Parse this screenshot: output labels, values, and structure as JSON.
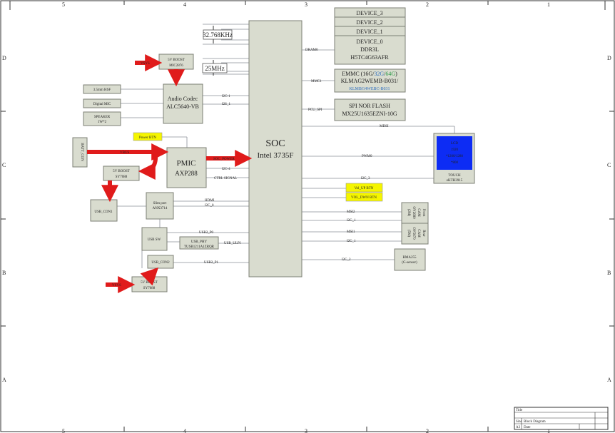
{
  "frame": {
    "col_numbers": [
      "5",
      "4",
      "3",
      "2",
      "1"
    ],
    "row_letters": [
      "D",
      "C",
      "B",
      "A"
    ]
  },
  "soc": {
    "line1": "SOC",
    "line2": "Intel 3735F"
  },
  "devices": [
    "DEVICE_3",
    "DEVICE_2",
    "DEVICE_1"
  ],
  "device0": {
    "line1": "DEVICE_0",
    "line2": "DDR3L",
    "line3": "H5TC4G63AFR"
  },
  "emmc": {
    "prefix": "EMMC (16G/",
    "opt_32g": "32G",
    "slash": "/",
    "opt_64g": "64G",
    "suffix": ")",
    "part1": "KLMAG2WEMB-B031/",
    "part2": "KLMBG4WEBC-B031"
  },
  "spi_flash": {
    "line1": "SPI NOR FLASH",
    "line2": "MX25U1635EZNI-10G"
  },
  "crystals": {
    "rtc": "32.768KHz",
    "main": "25MHz"
  },
  "boost_mic": {
    "line1": "5V BOOST",
    "line2": "MIC2876"
  },
  "audio_codec": {
    "line1": "Audio Codec",
    "line2": "ALC5640-VB"
  },
  "audio_ports": [
    "3.5mm HSF",
    "Digital MIC",
    "SPEAKER",
    "1W*2"
  ],
  "power_btn": "Power BTN",
  "pmic": {
    "line1": "PMIC",
    "line2": "AXP288"
  },
  "batt_con": "BATT_CON",
  "boost_sy_1": {
    "line1": "5V BOOST",
    "line2": "SY7088"
  },
  "boost_sy_2": {
    "line1": "5V BOOST",
    "line2": "SY7088"
  },
  "usb_con1": "USB_CON1",
  "usb_con2": "USB_CON2",
  "slim_port": {
    "line1": "Slim port",
    "line2": "ANX3714"
  },
  "usb_sw": "USB SW",
  "usb_phy": {
    "line1": "USB_PHY",
    "line2": "TUSB1211A1ZRQR"
  },
  "lcd": {
    "line1": "LCD",
    "line2": "1920",
    "line3": "*1200/1280",
    "line4": "*800"
  },
  "touch": {
    "line1": "TOUCH",
    "line2": "eKTH3915"
  },
  "vol_up": "Vol_UP BTN",
  "vol_down": "VOL_DWN BTN",
  "front_cam": [
    "Front",
    "CAM",
    "OV2680",
    "(2M)"
  ],
  "rear_cam": [
    "Rear",
    "CAM",
    "OV5670",
    "(5M)"
  ],
  "gsensor": {
    "line1": "BMA255",
    "line2": "(G-sensor)"
  },
  "arrow_labels": {
    "vsys_top": "VSYS",
    "vbus": "VBUS",
    "vsys_bottom": "VSYS",
    "soc_power": "SOC_POWER"
  },
  "signals": {
    "dram": "DRAM0",
    "mmc": "MMC1",
    "pcu_spi": "PCU_SPI",
    "i2c1": "I2C-1",
    "i2s1": "I2S_1",
    "mdsi": "MDSI",
    "pwm": "PWM0",
    "i2c4": "I2C-4",
    "ctrl": "CTRL SIGNAL",
    "i2c3": "I2C_3",
    "hdmi": "HDMI",
    "i2c0": "I2C_0",
    "usb2p0": "USB2_P0",
    "usb_ulpi": "USB_ULPI",
    "usb2p1": "USB2_P1",
    "mipi2": "MSI2",
    "i2c1_cam_front": "I2C_1",
    "mipi1": "MSI1",
    "i2c1_cam_rear": "I2C_1",
    "i2c2": "I2C_2"
  },
  "title_block": {
    "r1": "Title",
    "r2": "Block Diagram",
    "r3": "Size",
    "r4": "A3",
    "r5": "Date"
  }
}
